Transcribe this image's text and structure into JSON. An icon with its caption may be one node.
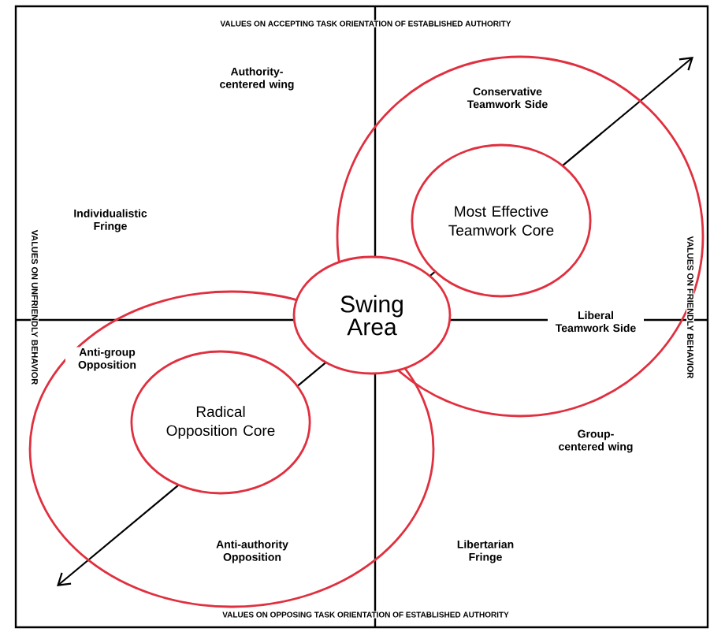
{
  "diagram": {
    "nodes": [
      {
        "text": [],
        "shape": "circle"
      },
      {
        "text": [],
        "shape": "circle"
      },
      {
        "text": [
          "Swing Area"
        ]
      },
      {
        "text": [
          "Most Effective Teamwork Core"
        ],
        "in": 0
      },
      {
        "text": [
          "Radical Opposition Core"
        ],
        "in": 1
      }
    ],
    "labels": [
      "VALUES ON ACCEPTING TASK ORIENTATION OF ESTABLISHED AUTHORITY",
      "Authority-centered wing",
      "Conservative Teamwork Side",
      "VALUES ON UNFRIENDLY BEHAVIOR",
      "VALUES ON FRIENDLY BEHAVIOR",
      "Individualistic Fringe",
      "Liberal Teamwork Side",
      "Anti-group Opposition",
      "Group-centered wing",
      "Anti-authority Opposition",
      "Libertarian Fringe",
      "VALUES ON OPPOSING TASK ORIENTATION OF ESTABLISHED AUTHORITY"
    ]
  }
}
